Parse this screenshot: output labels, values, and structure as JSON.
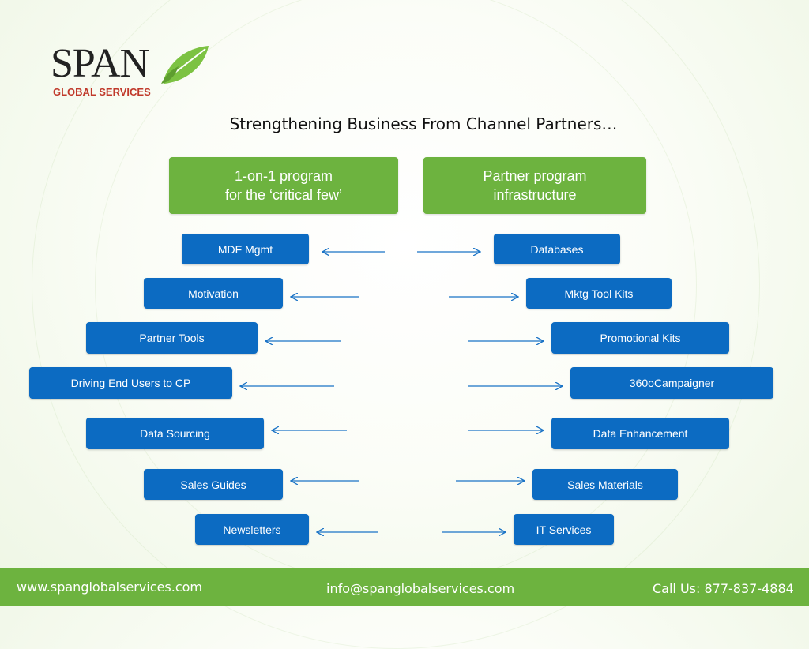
{
  "logo": {
    "word": "SPAN",
    "sub": "GLOBAL SERVICES"
  },
  "title": "Strengthening Business From Channel Partners…",
  "headers": {
    "left": {
      "line1": "1-on-1 program",
      "line2": "for the ‘critical few’"
    },
    "right": {
      "line1": "Partner program",
      "line2": "infrastructure"
    }
  },
  "left_items": [
    "MDF Mgmt",
    "Motivation",
    "Partner Tools",
    "Driving End Users to CP",
    "Data Sourcing",
    "Sales Guides",
    "Newsletters"
  ],
  "right_items": [
    "Databases",
    "Mktg Tool Kits",
    "Promotional Kits",
    "360oCampaigner",
    "Data Enhancement",
    "Sales Materials",
    "IT Services"
  ],
  "footer": {
    "website": "www.spanglobalservices.com",
    "email": "info@spanglobalservices.com",
    "phone": "Call Us: 877-837-4884"
  },
  "colors": {
    "green": "#6db33f",
    "blue": "#0c6bc2",
    "arrow": "#1a73c6"
  }
}
